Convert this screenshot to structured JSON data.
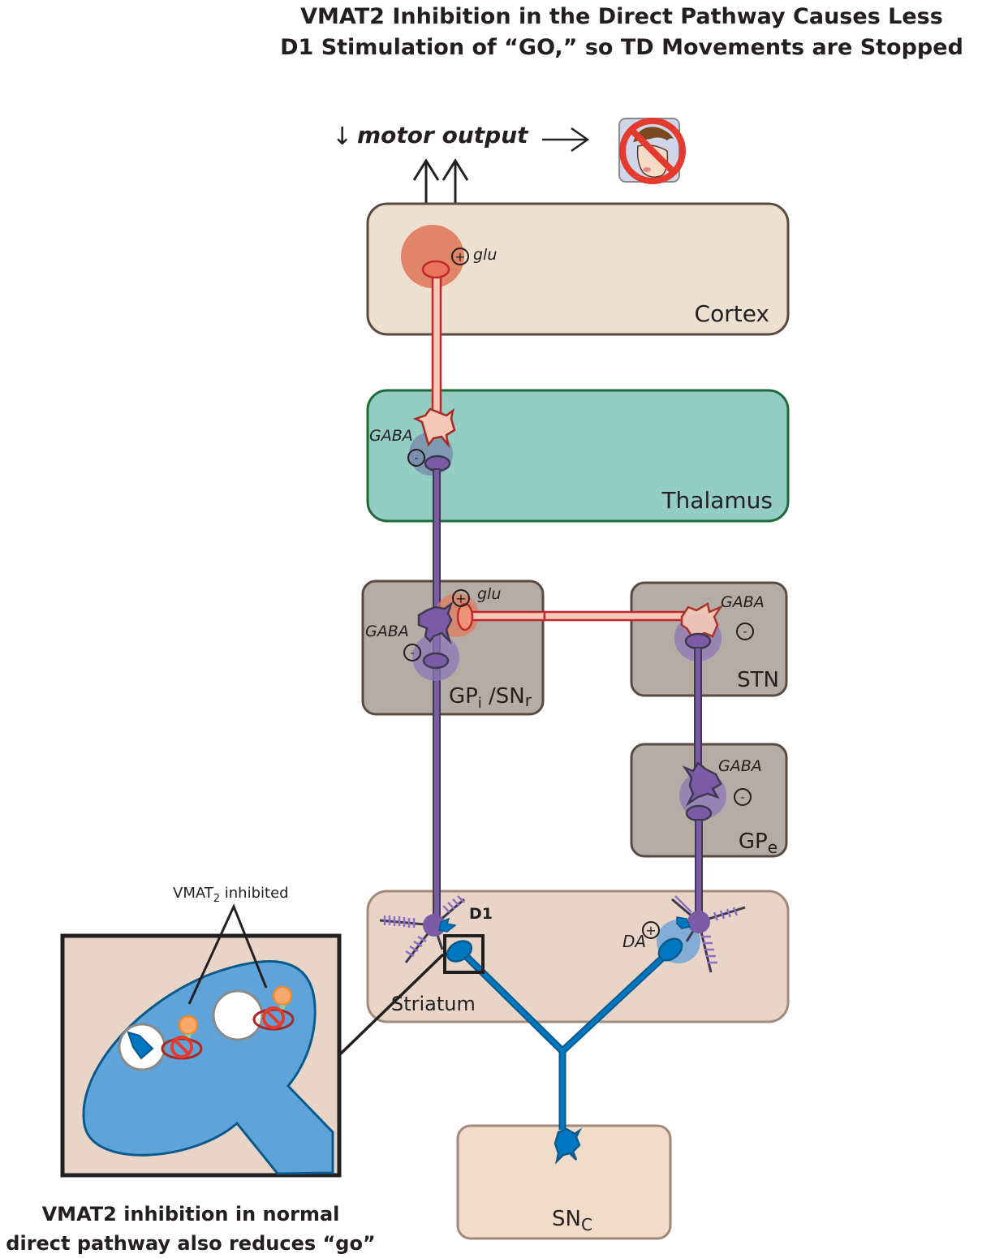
{
  "title": {
    "line1": "VMAT2 Inhibition in the Direct Pathway Causes Less",
    "line2": "D1 Stimulation of “GO,” so TD Movements are Stopped"
  },
  "motor_output": {
    "arrow": "↓",
    "label": "motor output",
    "result_icon": "no-tardive-dyskinesia-face-icon"
  },
  "regions": {
    "cortex": "Cortex",
    "thalamus": "Thalamus",
    "gpi_snr": {
      "base1": "GP",
      "sub1": "i",
      "sep": " /SN",
      "sub2": "r"
    },
    "stn": "STN",
    "gpe": {
      "base": "GP",
      "sub": "e"
    },
    "striatum": "Striatum",
    "snc": {
      "base": "SN",
      "sub": "C"
    }
  },
  "neurotransmitters": {
    "cortex": {
      "sign": "+",
      "label": "glu"
    },
    "thalamus": {
      "sign": "-",
      "label": "GABA"
    },
    "gpi_glu": {
      "sign": "+",
      "label": "glu"
    },
    "gpi_gaba": {
      "sign": "-",
      "label": "GABA"
    },
    "stn": {
      "sign": "-",
      "label": "GABA"
    },
    "gpe": {
      "sign": "-",
      "label": "GABA"
    },
    "striatum_da": {
      "sign": "+",
      "label": "DA"
    },
    "receptor": "D1"
  },
  "inset": {
    "annotation": {
      "base": "VMAT",
      "sub": "2",
      "rest": " inhibited"
    }
  },
  "caption": {
    "line1": "VMAT2 inhibition in normal",
    "line2": "direct pathway also reduces “go”"
  },
  "colors": {
    "cortex_fill": "#ede0d0",
    "thalamus_fill": "#93cdc3",
    "thalamus_border": "#1e6b3a",
    "gray_box_fill": "#b6aca6",
    "striatum_fill": "#e8d5c8",
    "snc_fill": "#f0dcc8",
    "box_border": "#5b4a3f",
    "purple_neuron": "#7b5aa6",
    "blue_neuron": "#0077c0",
    "red_neuron": "#c0282d",
    "pink_axon": "#f6c8b8"
  }
}
